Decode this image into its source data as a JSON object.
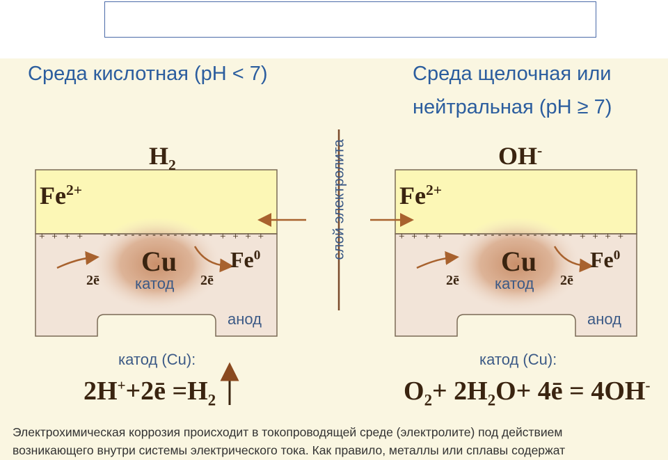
{
  "title_box": "",
  "left": {
    "heading": "Среда кислотная (pH < 7)",
    "gas": {
      "base": "H",
      "sub": "2"
    },
    "ion": {
      "base": "Fe",
      "sup": "2+"
    },
    "cathode_metal": "Cu",
    "cathode_label": "катод",
    "anode_metal": {
      "base": "Fe",
      "sup": "0"
    },
    "anode_label": "анод",
    "electrons_left": "2ē",
    "electrons_right": "2ē",
    "caption": "катод (Cu):",
    "equation": {
      "p1": "2H",
      "p1_sup": "+",
      "p2": "+2ē =H",
      "p2_sub": "2"
    }
  },
  "right": {
    "heading_line1": "Среда щелочная или",
    "heading_line2": "нейтральная (pH ≥ 7)",
    "gas": {
      "base": "OH",
      "sup": "-"
    },
    "ion": {
      "base": "Fe",
      "sup": "2+"
    },
    "cathode_metal": "Cu",
    "cathode_label": "катод",
    "anode_metal": {
      "base": "Fe",
      "sup": "0"
    },
    "anode_label": "анод",
    "electrons_left": "2ē",
    "electrons_right": "2ē",
    "caption": "катод (Cu):",
    "equation": {
      "p1": "O",
      "p1_sub": "2",
      "p2": "+ 2H",
      "p2_sub": "2",
      "p3": "O+ 4ē = 4OH",
      "p3_sup": "-"
    }
  },
  "center_label": "слой электролита",
  "signs": {
    "plus": "+ + + +",
    "minus": "- - - - - - - - - - - - - - - - - - - -"
  },
  "footer": {
    "line1": "Электрохимическая коррозия происходит в токопроводящей среде (электролите) под действием",
    "line2": "возникающего внутри системы электрического тока. Как правило, металлы или сплавы содержат"
  },
  "colors": {
    "heading": "#2b5d9e",
    "electrolyte": "#fcf7b6",
    "metal": "#f2e4d8",
    "cathode_glow": "#c98f6a",
    "arrow": "#a8622e"
  }
}
